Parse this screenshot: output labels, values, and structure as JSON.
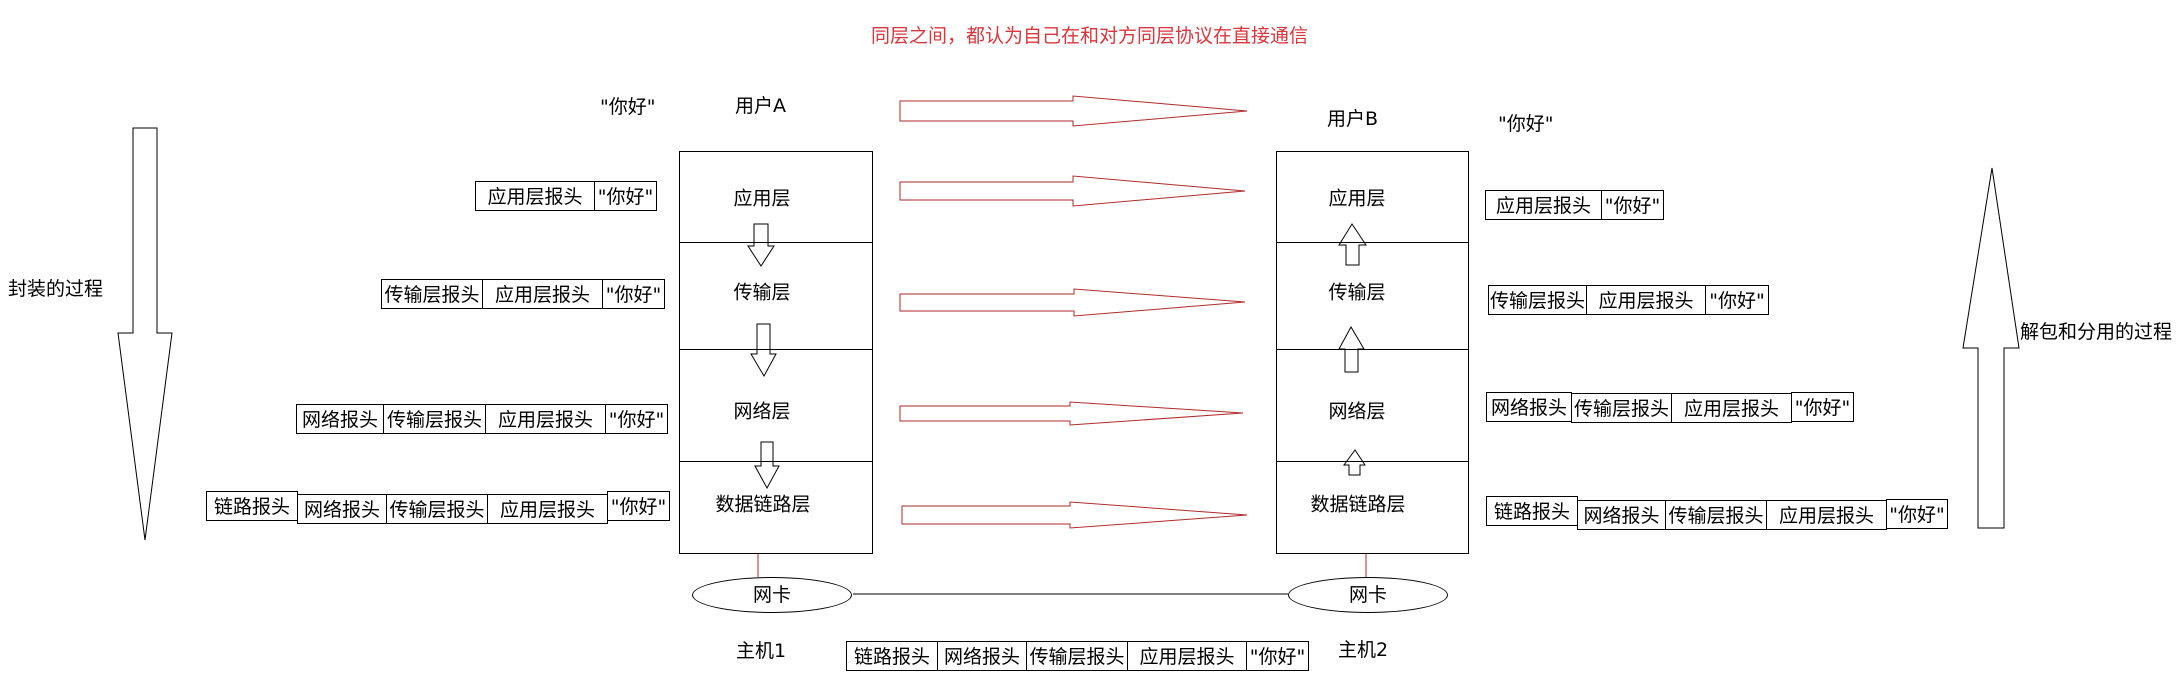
{
  "title": "同层之间，都认为自己在和对方同层协议在直接通信",
  "left_process": "封装的过程",
  "right_process": "解包和分用的过程",
  "message": "\"你好\"",
  "header_labels": {
    "app": "应用层报头",
    "transport": "传输层报头",
    "network": "网络报头",
    "link": "链路报头",
    "data": "\"你好\""
  },
  "host1": {
    "name": "主机1",
    "user": "用户A",
    "layers": [
      "应用层",
      "传输层",
      "网络层",
      "数据链路层"
    ],
    "nic": "网卡"
  },
  "host2": {
    "name": "主机2",
    "user": "用户B",
    "layers": [
      "应用层",
      "传输层",
      "网络层",
      "数据链路层"
    ],
    "nic": "网卡"
  },
  "colors": {
    "title": "#d9363e",
    "peer_arrow": "#b22a2a",
    "line": "#000000"
  },
  "icons": {
    "peer_arrow": "hollow-right-arrow",
    "encapsulation_arrow": "hollow-down-arrow",
    "demux_arrow": "hollow-up-arrow"
  }
}
